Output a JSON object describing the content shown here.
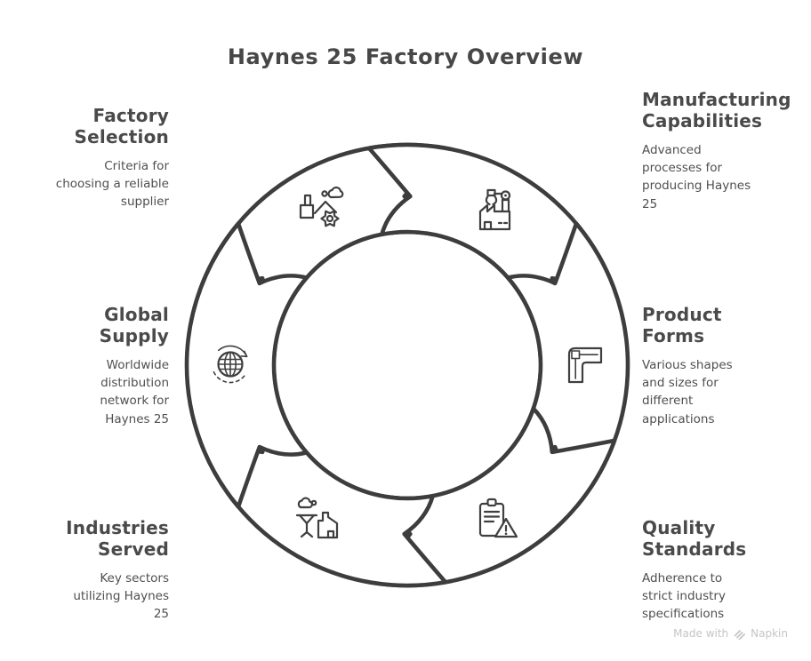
{
  "title": "Haynes 25 Factory Overview",
  "items": [
    {
      "key": "factory-selection",
      "heading": "Factory\nSelection",
      "description": "Criteria for\nchoosing a reliable\nsupplier",
      "icon": "factory-gear-icon",
      "side": "left"
    },
    {
      "key": "manufacturing-capabilities",
      "heading": "Manufacturing\nCapabilities",
      "description": "Advanced\nprocesses for\nproducing Haynes\n25",
      "icon": "robot-arm-factory-icon",
      "side": "right"
    },
    {
      "key": "global-supply",
      "heading": "Global\nSupply",
      "description": "Worldwide\ndistribution\nnetwork for\nHaynes 25",
      "icon": "globe-rotation-icon",
      "side": "left"
    },
    {
      "key": "product-forms",
      "heading": "Product\nForms",
      "description": "Various shapes\nand sizes for\ndifferent\napplications",
      "icon": "elbow-pipe-icon",
      "side": "right"
    },
    {
      "key": "industries-served",
      "heading": "Industries\nServed",
      "description": "Key sectors\nutilizing Haynes\n25",
      "icon": "funnel-industry-icon",
      "side": "left"
    },
    {
      "key": "quality-standards",
      "heading": "Quality\nStandards",
      "description": "Adherence to\nstrict industry\nspecifications",
      "icon": "clipboard-warning-icon",
      "side": "right"
    }
  ],
  "watermark": {
    "prefix": "Made with",
    "brand": "Napkin",
    "logo_icon": "napkin-logo-icon"
  },
  "colors": {
    "outline": "#3d3d3d",
    "icon_stroke": "#3f3f3f",
    "heading_text": "#4a4a4a",
    "body_text": "#4f4f4f",
    "watermark_text": "#c5c5c5",
    "background": "#ffffff"
  }
}
